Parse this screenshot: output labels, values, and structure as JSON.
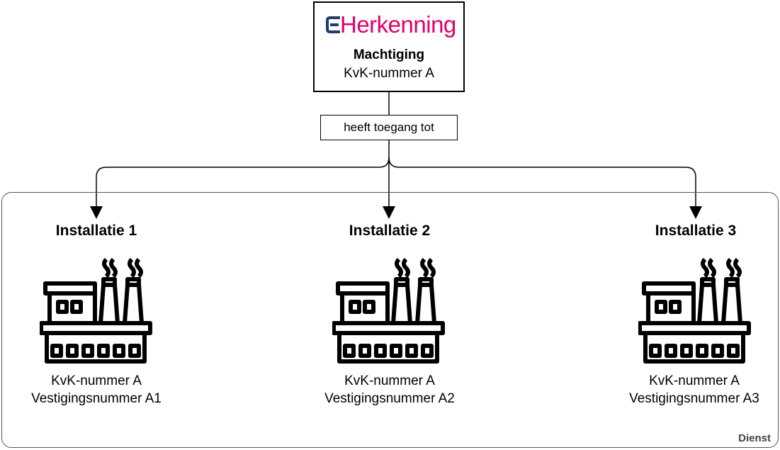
{
  "top_box": {
    "logo_text": "Herkenning",
    "title": "Machtiging",
    "subtitle": "KvK-nummer A"
  },
  "relation_label": "heeft toegang tot",
  "container_label": "Dienst",
  "installations": [
    {
      "title": "Installatie 1",
      "kvk": "KvK-nummer A",
      "vestiging": "Vestigingsnummer A1"
    },
    {
      "title": "Installatie 2",
      "kvk": "KvK-nummer A",
      "vestiging": "Vestigingsnummer A2"
    },
    {
      "title": "Installatie 3",
      "kvk": "KvK-nummer A",
      "vestiging": "Vestigingsnummer A3"
    }
  ],
  "colors": {
    "brand_pink": "#e0006a",
    "brand_navy": "#1f3c6e"
  }
}
